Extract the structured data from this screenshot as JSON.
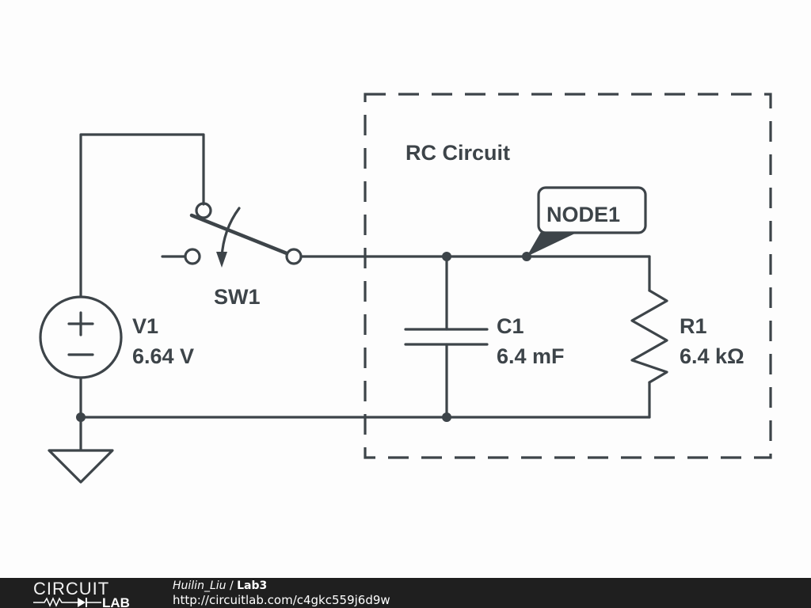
{
  "schematic": {
    "group_label": "RC Circuit",
    "node_label": "NODE1",
    "switch": {
      "name": "SW1"
    },
    "source": {
      "name": "V1",
      "value": "6.64 V",
      "plus": "+",
      "minus": "−"
    },
    "capacitor": {
      "name": "C1",
      "value": "6.4 mF"
    },
    "resistor": {
      "name": "R1",
      "value": "6.4 kΩ"
    }
  },
  "footer": {
    "logo_top": "CIRCUIT",
    "logo_bottom": "LAB",
    "user": "Huilin_Liu",
    "separator": " / ",
    "project": "Lab3",
    "url": "http://circuitlab.com/c4gkc559j6d9w"
  },
  "colors": {
    "ink": "#3d4449",
    "background": "#fdfdfd",
    "footer": "#1f1f1f"
  }
}
